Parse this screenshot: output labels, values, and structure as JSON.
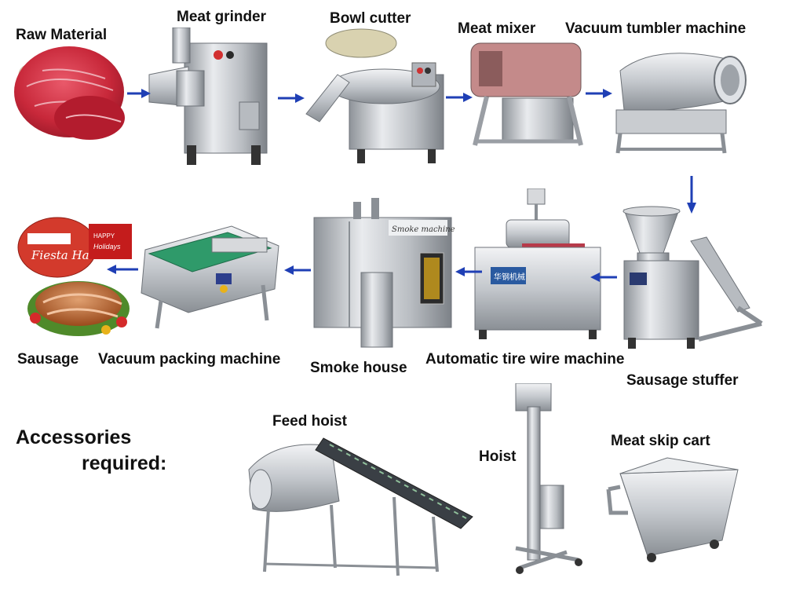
{
  "steps": [
    {
      "id": "raw",
      "label": "Raw Material"
    },
    {
      "id": "grinder",
      "label": "Meat grinder"
    },
    {
      "id": "cutter",
      "label": "Bowl cutter"
    },
    {
      "id": "mixer",
      "label": "Meat mixer"
    },
    {
      "id": "tumbler",
      "label": "Vacuum tumbler machine"
    },
    {
      "id": "stuffer",
      "label": "Sausage stuffer"
    },
    {
      "id": "tire",
      "label": "Automatic tire wire machine"
    },
    {
      "id": "smoke",
      "label": "Smoke house"
    },
    {
      "id": "vacuum",
      "label": "Vacuum packing machine"
    },
    {
      "id": "sausage",
      "label": "Sausage"
    }
  ],
  "accessories": {
    "heading_line1": "Accessories",
    "heading_line2": "required:",
    "items": [
      {
        "id": "feed-hoist",
        "label": "Feed hoist"
      },
      {
        "id": "hoist",
        "label": "Hoist"
      },
      {
        "id": "skip-cart",
        "label": "Meat skip cart"
      }
    ]
  },
  "product_text": {
    "ham_brand": "Fiesta Ham",
    "greeting_line1": "HAPPY",
    "greeting_line2": "Holidays",
    "smoke_sign": "Smoke machine",
    "tire_brand": "华钢机械"
  },
  "colors": {
    "arrow": "#1f3fb5",
    "steel": "#c9ccd0",
    "meat": "#c8283a"
  }
}
